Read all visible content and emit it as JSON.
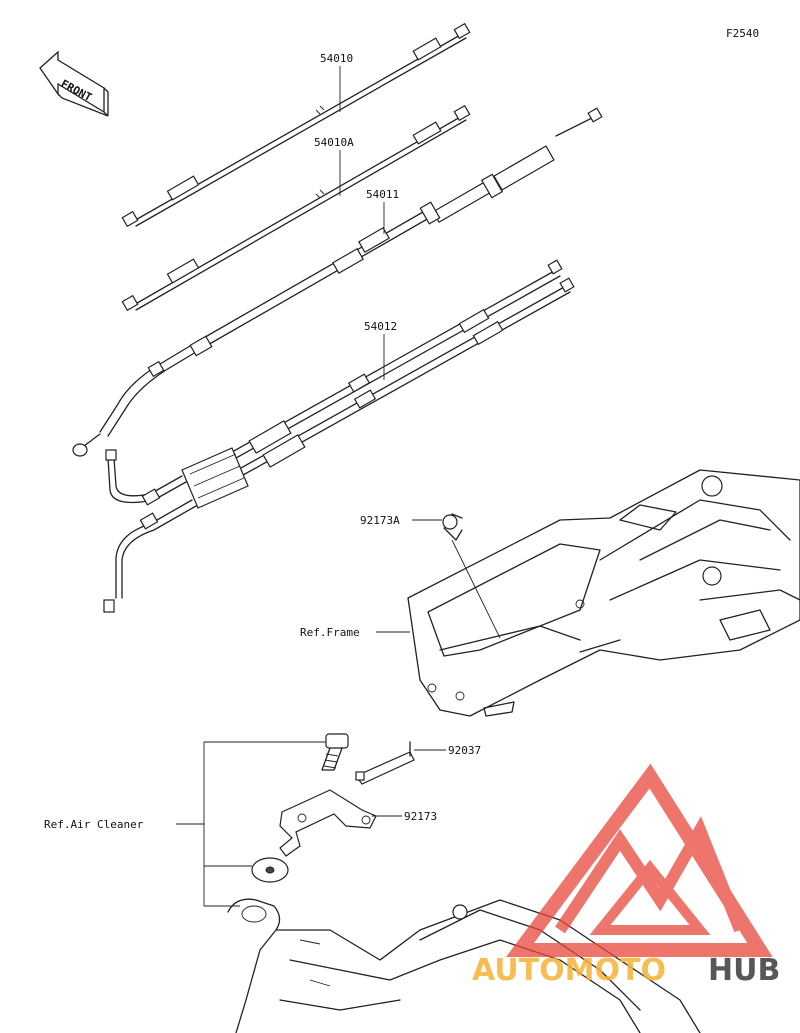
{
  "diagram_code": "F2540",
  "front_marker": "FRONT",
  "parts": [
    {
      "label": "54010"
    },
    {
      "label": "54010A"
    },
    {
      "label": "54011"
    },
    {
      "label": "54012"
    },
    {
      "label": "92173A"
    },
    {
      "label": "92037"
    },
    {
      "label": "92173"
    }
  ],
  "references": [
    {
      "label": "Ref.Frame"
    },
    {
      "label": "Ref.Air Cleaner"
    }
  ],
  "watermark": {
    "text_primary": "AUTOMOTO",
    "text_secondary": "HUB",
    "color_primary": "#F5B335",
    "color_secondary": "#3A3A3A",
    "logo_color": "#E8473C"
  }
}
